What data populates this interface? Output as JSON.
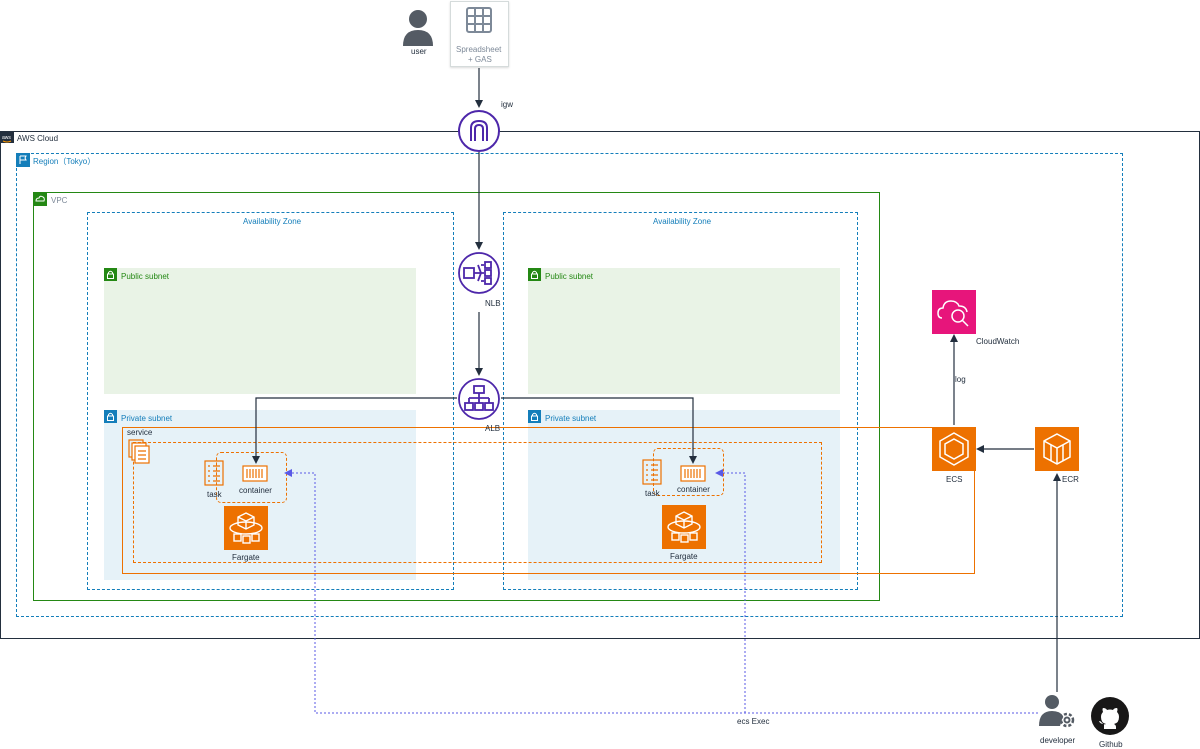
{
  "labels": {
    "user": "user",
    "spreadsheet_line1": "Spreadsheet",
    "spreadsheet_line2": "+ GAS",
    "igw": "igw",
    "aws_cloud": "AWS Cloud",
    "region": "Region（Tokyo）",
    "vpc": "VPC",
    "az_left": "Availability Zone",
    "az_right": "Availability Zone",
    "public_subnet_left": "Public subnet",
    "public_subnet_right": "Public subnet",
    "private_subnet_left": "Private subnet",
    "private_subnet_right": "Private subnet",
    "nlb": "NLB",
    "alb": "ALB",
    "service": "service",
    "task_left": "task",
    "task_right": "task",
    "container_left": "container",
    "container_right": "container",
    "fargate_left": "Fargate",
    "fargate_right": "Fargate",
    "cloudwatch": "CloudWatch",
    "log": "log",
    "ecs": "ECS",
    "ecr": "ECR",
    "ecs_exec": "ecs Exec",
    "developer": "developer",
    "github": "Github"
  },
  "colors": {
    "network_purple": "#4d27aa",
    "compute_orange": "#ed7100",
    "management_pink": "#e7157b",
    "vpc_green": "#248814",
    "region_blue": "#147eba",
    "public_subnet_fill": "#e9f3e6",
    "private_subnet_fill": "#e6f2f8",
    "exec_line_blue": "#5a5ae6",
    "user_gray": "#545b64",
    "spreadsheet_gray": "#7d8998"
  },
  "icons": {
    "user": "user-icon",
    "spreadsheet": "spreadsheet-icon",
    "igw": "internet-gateway-icon",
    "nlb": "network-load-balancer-icon",
    "alb": "application-load-balancer-icon",
    "cloudwatch": "cloudwatch-icon",
    "ecs": "ecs-icon",
    "ecr": "ecr-icon",
    "fargate": "fargate-icon",
    "developer": "developer-icon",
    "github": "github-icon"
  }
}
